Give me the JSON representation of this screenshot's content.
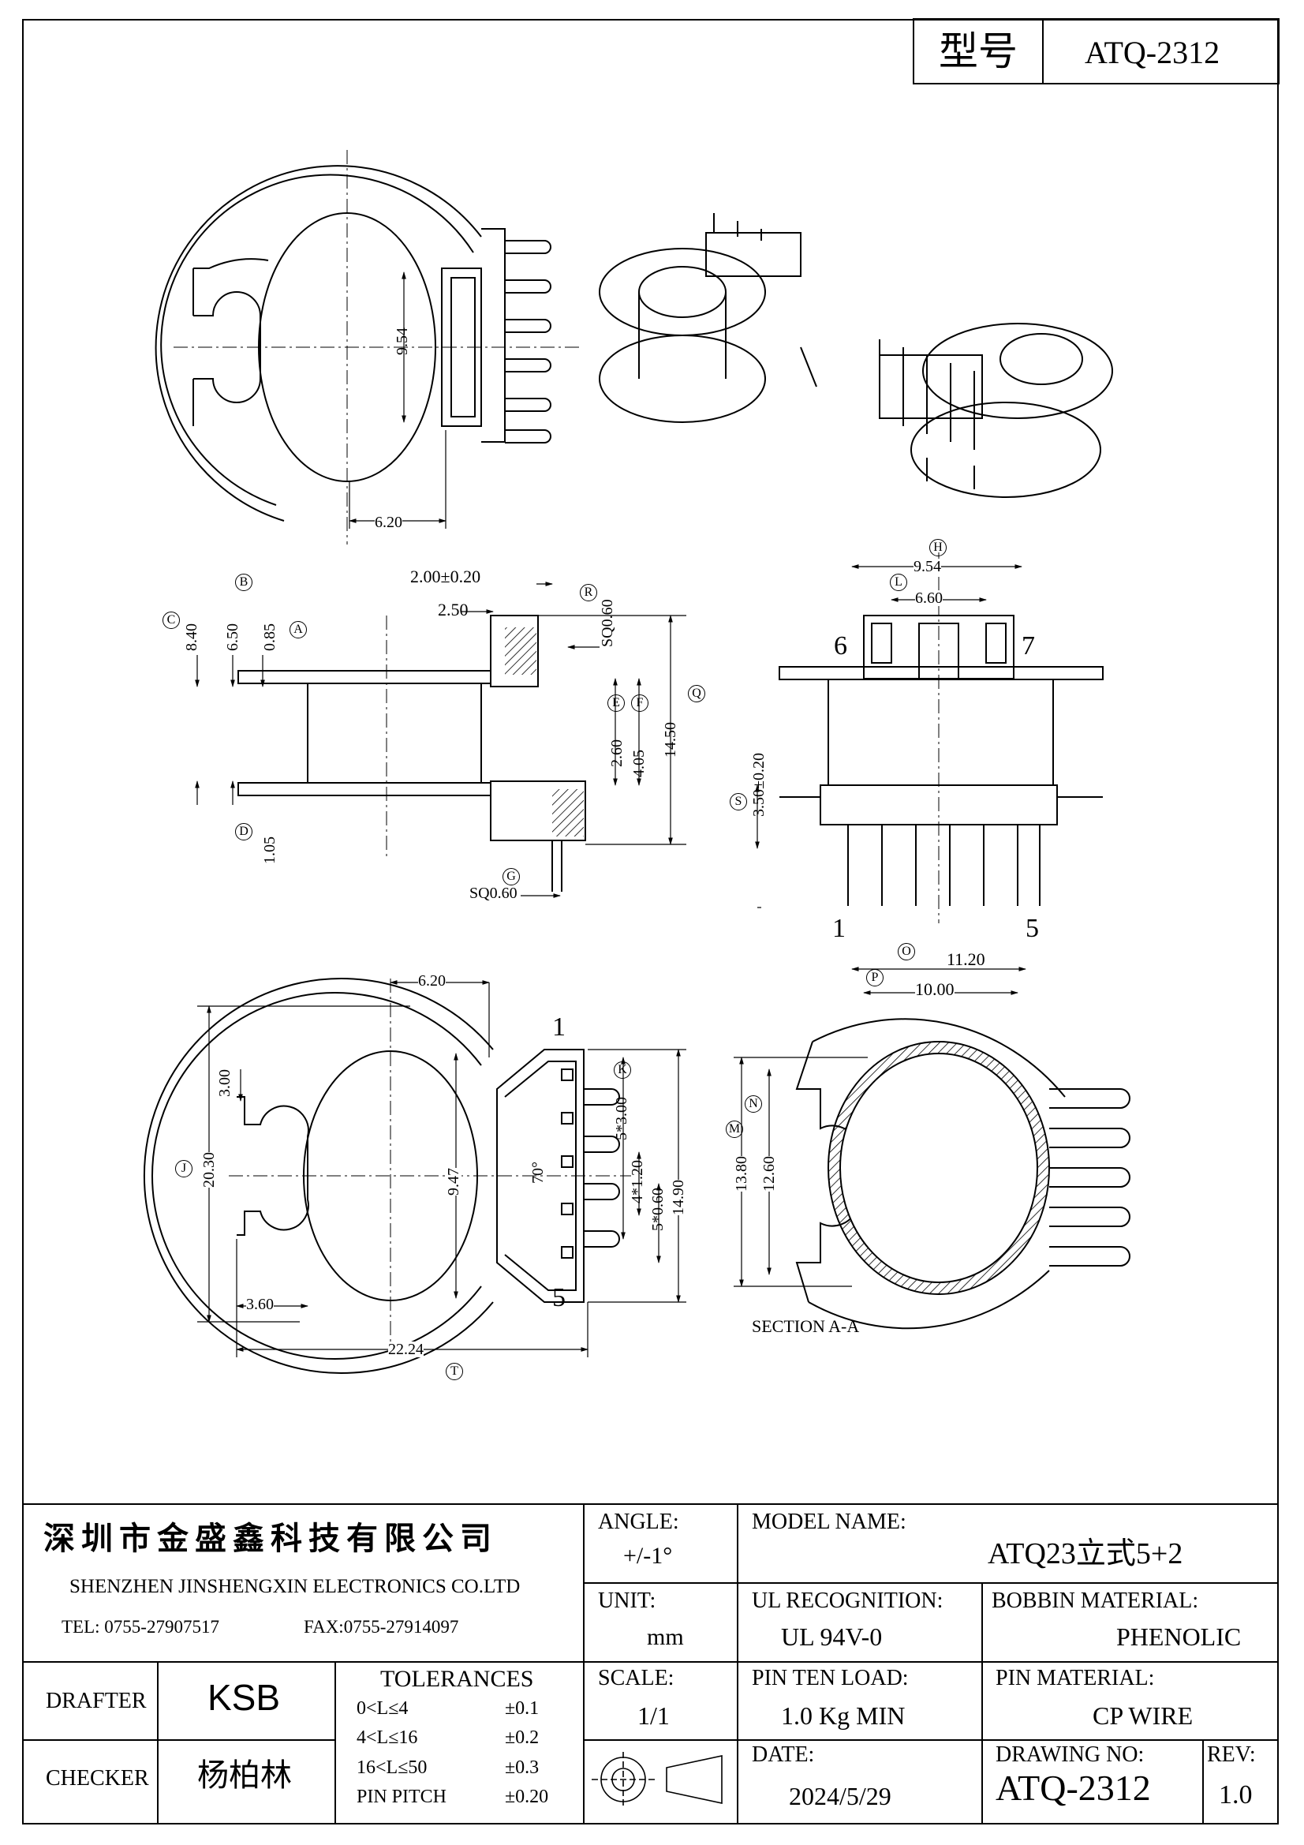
{
  "header": {
    "model_label": "型号",
    "model_value": "ATQ-2312"
  },
  "dims": {
    "top_9_54": "9.54",
    "top_6_20": "6.20",
    "s_2_00": "2.00±0.20",
    "s_2_50": "2.50",
    "s_sq060a": "SQ0.60",
    "s_8_40": "8.40",
    "s_6_50": "6.50",
    "s_0_85": "0.85",
    "s_2_60": "2.60",
    "s_4_05": "4.05",
    "s_14_50": "14.50",
    "s_1_05": "1.05",
    "s_sq060b": "SQ0.60",
    "f_9_54": "9.54",
    "f_6_60": "6.60",
    "f_3_50": "3.50±0.20",
    "f_pin6": "6",
    "f_pin7": "7",
    "f_pin1": "1",
    "f_pin5": "5",
    "b_6_20": "6.20",
    "b_3_00": "3.00",
    "b_20_30": "20.30",
    "b_9_47": "9.47",
    "b_70": "70°",
    "b_5x3": "5*3.00",
    "b_4x1": "4*1.20",
    "b_5x0": "5*0.60",
    "b_14_90": "14.90",
    "b_3_60": "3.60",
    "b_22_24": "22.24",
    "b_pin1": "1",
    "b_pin5": "5",
    "c_11_20": "11.20",
    "c_10_00": "10.00",
    "c_13_80": "13.80",
    "c_12_60": "12.60",
    "c_section": "SECTION A-A"
  },
  "markers": {
    "B": "B",
    "C": "C",
    "A": "A",
    "R": "R",
    "E": "E",
    "F": "F",
    "Q": "Q",
    "D": "D",
    "G": "G",
    "H": "H",
    "L": "L",
    "S": "S",
    "K": "K",
    "J": "J",
    "T": "T",
    "O": "O",
    "P": "P",
    "M": "M",
    "N": "N"
  },
  "title_block": {
    "company_cn": "深圳市金盛鑫科技有限公司",
    "company_en": "SHENZHEN JINSHENGXIN ELECTRONICS CO.LTD",
    "tel": "TEL: 0755-27907517",
    "fax": "FAX:0755-27914097",
    "angle_label": "ANGLE:",
    "angle_value": "+/-1°",
    "model_name_label": "MODEL NAME:",
    "model_name_value": "ATQ23立式5+2",
    "unit_label": "UNIT:",
    "unit_value": "mm",
    "ul_label": "UL RECOGNITION:",
    "ul_value": "UL 94V-0",
    "bobbin_label": "BOBBIN MATERIAL:",
    "bobbin_value": "PHENOLIC",
    "drafter_label": "DRAFTER",
    "drafter_value": "KSB",
    "tolerances_label": "TOLERANCES",
    "tol_rows": [
      {
        "range": "0<L≤4",
        "value": "±0.1"
      },
      {
        "range": "4<L≤16",
        "value": "±0.2"
      },
      {
        "range": "16<L≤50",
        "value": "±0.3"
      },
      {
        "range": "PIN PITCH",
        "value": "±0.20"
      }
    ],
    "scale_label": "SCALE:",
    "scale_value": "1/1",
    "pin_load_label": "PIN TEN LOAD:",
    "pin_load_value": "1.0 Kg MIN",
    "pin_mat_label": "PIN MATERIAL:",
    "pin_mat_value": "CP WIRE",
    "checker_label": "CHECKER",
    "checker_value": "杨柏林",
    "date_label": "DATE:",
    "date_value": "2024/5/29",
    "drawing_no_label": "DRAWING NO:",
    "drawing_no_value": "ATQ-2312",
    "rev_label": "REV:",
    "rev_value": "1.0"
  }
}
